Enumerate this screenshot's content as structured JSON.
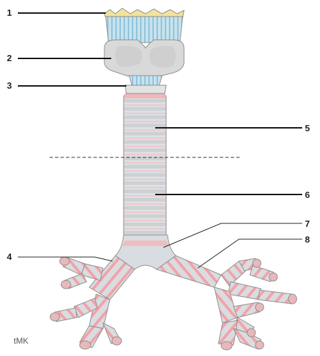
{
  "labels": {
    "l1": "1",
    "l2": "2",
    "l3": "3",
    "l4": "4",
    "l5": "5",
    "l6": "6",
    "l7": "7",
    "l8": "8"
  },
  "signature": "tMK",
  "colors": {
    "cartilage_blue": "#b8dbe9",
    "thyroid_grey": "#d9d9d9",
    "epiglottis_yellow": "#f2e39a",
    "ring_grey": "#d5d8dc",
    "ring_pink": "#f2a3a8",
    "outline": "#8e8e8e"
  }
}
